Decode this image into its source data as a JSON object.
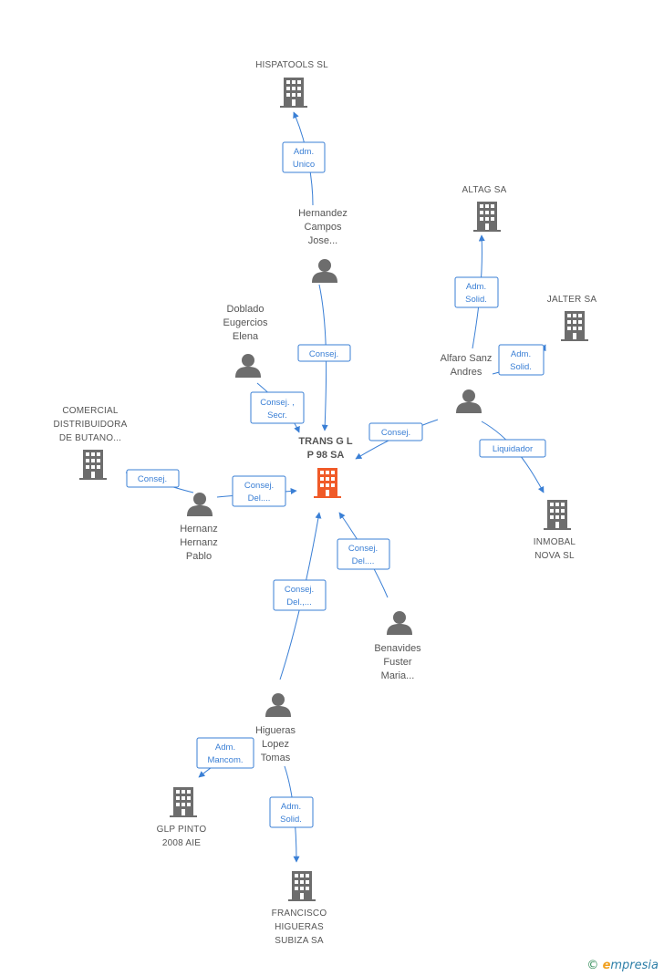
{
  "colors": {
    "edge": "#3a7fd5",
    "icon": "#6d6d6d",
    "main_icon": "#f05a28",
    "text": "#555555"
  },
  "nodes": {
    "hispatools": {
      "type": "company",
      "lines": [
        "HISPATOOLS SL"
      ]
    },
    "altag": {
      "type": "company",
      "lines": [
        "ALTAG SA"
      ]
    },
    "jalter": {
      "type": "company",
      "lines": [
        "JALTER SA"
      ]
    },
    "comercial": {
      "type": "company",
      "lines": [
        "COMERCIAL",
        "DISTRIBUIDORA",
        "DE BUTANO..."
      ]
    },
    "transgl": {
      "type": "main",
      "lines": [
        "TRANS G L",
        "P 98 SA"
      ]
    },
    "inmobal": {
      "type": "company",
      "lines": [
        "INMOBAL",
        "NOVA SL"
      ]
    },
    "glppinto": {
      "type": "company",
      "lines": [
        "GLP PINTO",
        "2008 AIE"
      ]
    },
    "francisco": {
      "type": "company",
      "lines": [
        "FRANCISCO",
        "HIGUERAS",
        "SUBIZA SA"
      ]
    },
    "hernandez": {
      "type": "person",
      "lines": [
        "Hernandez",
        "Campos",
        "Jose..."
      ]
    },
    "doblado": {
      "type": "person",
      "lines": [
        "Doblado",
        "Eugercios",
        "Elena"
      ]
    },
    "alfaro": {
      "type": "person",
      "lines": [
        "Alfaro Sanz",
        "Andres"
      ]
    },
    "hernanz": {
      "type": "person",
      "lines": [
        "Hernanz",
        "Hernanz",
        "Pablo"
      ]
    },
    "benavides": {
      "type": "person",
      "lines": [
        "Benavides",
        "Fuster",
        "Maria..."
      ]
    },
    "higueras": {
      "type": "person",
      "lines": [
        "Higueras",
        "Lopez",
        "Tomas"
      ]
    }
  },
  "edges": [
    {
      "id": "hernandez-hispatools",
      "lines": [
        "Adm.",
        "Unico"
      ]
    },
    {
      "id": "hernandez-transgl",
      "lines": [
        "Consej."
      ]
    },
    {
      "id": "doblado-transgl",
      "lines": [
        "Consej. ,",
        "Secr."
      ]
    },
    {
      "id": "alfaro-altag",
      "lines": [
        "Adm.",
        "Solid."
      ]
    },
    {
      "id": "alfaro-jalter",
      "lines": [
        "Adm.",
        "Solid."
      ]
    },
    {
      "id": "alfaro-transgl",
      "lines": [
        "Consej."
      ]
    },
    {
      "id": "alfaro-inmobal",
      "lines": [
        "Liquidador"
      ]
    },
    {
      "id": "hernanz-comercial",
      "lines": [
        "Consej."
      ]
    },
    {
      "id": "hernanz-transgl",
      "lines": [
        "Consej.",
        "Del...."
      ]
    },
    {
      "id": "benavides-transgl",
      "lines": [
        "Consej.",
        "Del...."
      ]
    },
    {
      "id": "higueras-transgl",
      "lines": [
        "Consej.",
        "Del.,..."
      ]
    },
    {
      "id": "higueras-glppinto",
      "lines": [
        "Adm.",
        "Mancom."
      ]
    },
    {
      "id": "higueras-francisco",
      "lines": [
        "Adm.",
        "Solid."
      ]
    }
  ],
  "footer": {
    "copyright": "©",
    "brand_initial": "e",
    "brand_rest": "mpresia"
  }
}
